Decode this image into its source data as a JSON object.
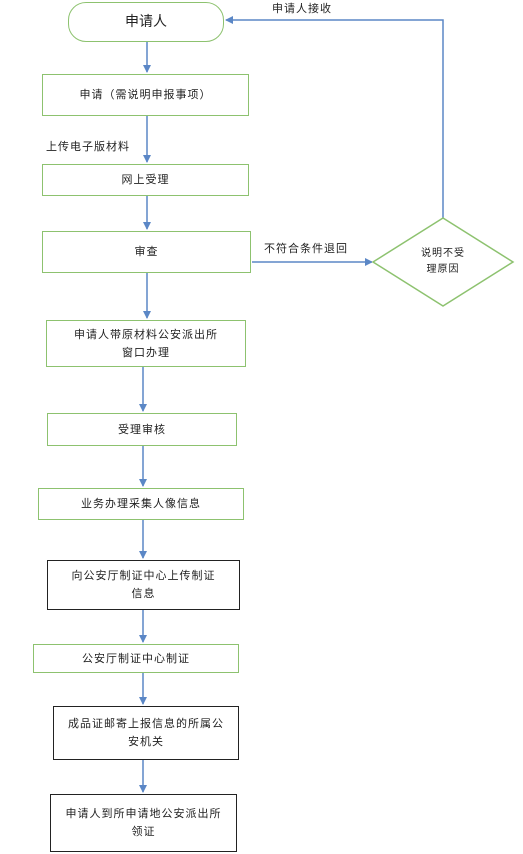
{
  "nodes": {
    "start": "申请人",
    "apply": "申请（需说明申报事项）",
    "online": "网上受理",
    "review": "审查",
    "onsite": "申请人带原材料公安派出所窗口办理",
    "accept_review": "受理审核",
    "collect": "业务办理采集人像信息",
    "upload": "向公安厅制证中心上传制证信息",
    "make_card": "公安厅制证中心制证",
    "mail": "成品证邮寄上报信息的所属公安机关",
    "pickup": "申请人到所申请地公安派出所领证"
  },
  "decision": {
    "line1": "说明不受",
    "line2": "理原因"
  },
  "labels": {
    "upload_materials": "上传电子版材料",
    "not_eligible": "不符合条件退回",
    "applicant_receive": "申请人接收"
  },
  "colors": {
    "green_border": "#8dc26f",
    "black_border": "#222222",
    "arrow": "#5b87c6"
  }
}
